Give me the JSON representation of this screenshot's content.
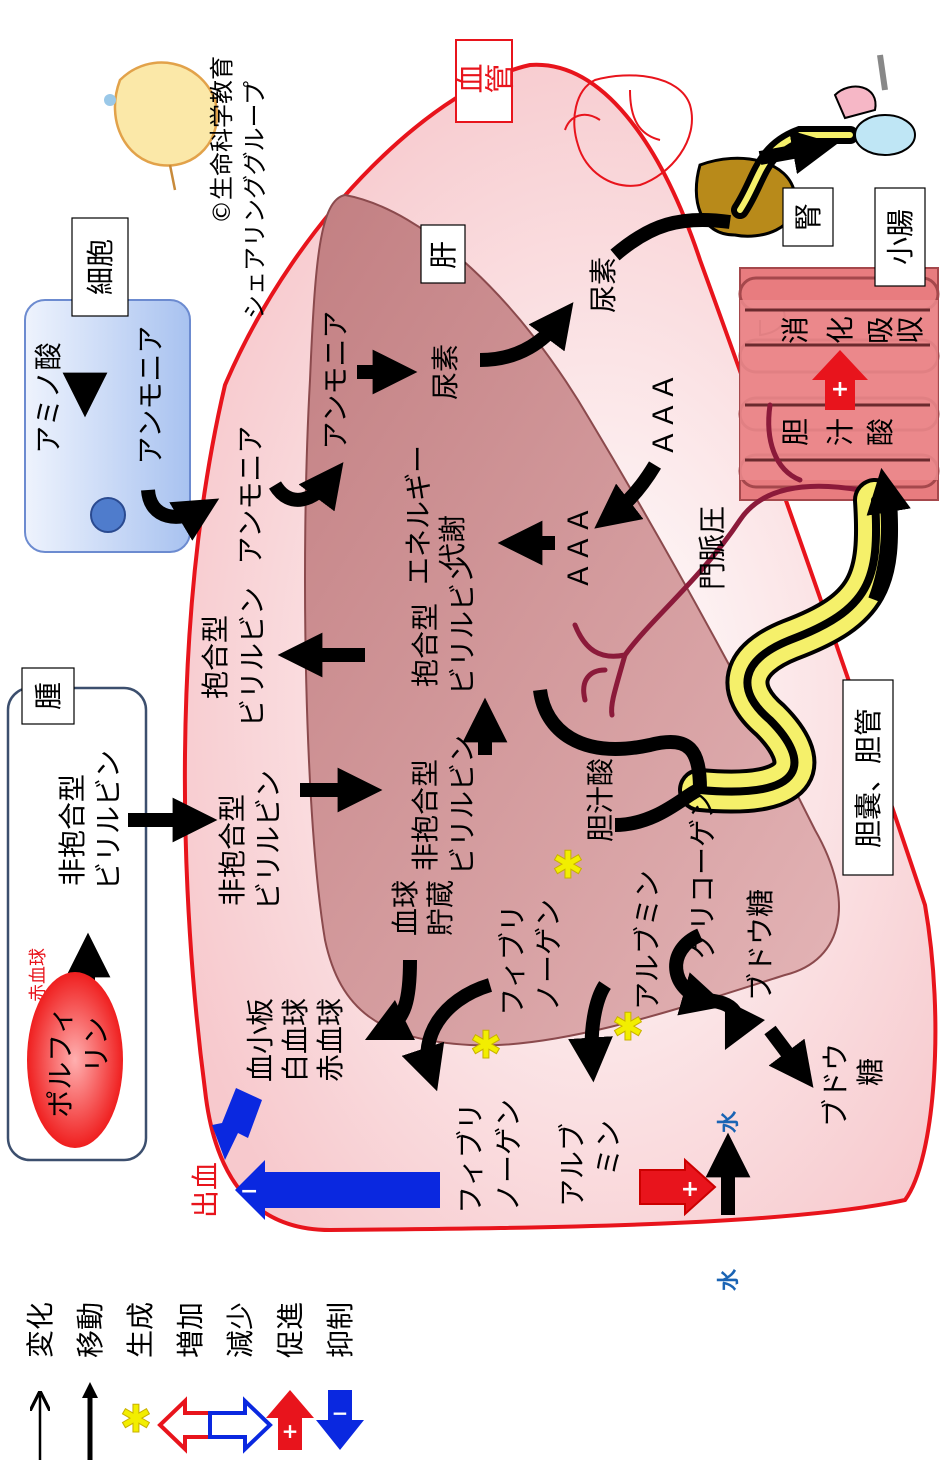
{
  "labels": {
    "vessel": "血管",
    "liver": "肝",
    "cell": "細胞",
    "pancreas": "腫",
    "kidney": "腎",
    "small_intestine": "小腸",
    "bile_duct": "胆嚢、胆管",
    "copyright": "©生命科学教育",
    "copyright2": "シェアリンググループ",
    "cell_amino_acid": "アミノ酸",
    "cell_ammonia": "アンモニア",
    "blood_ammonia": "アンモニア",
    "liver_ammonia": "アンモニア",
    "liver_urea": "尿素",
    "blood_urea": "尿素",
    "energy1": "エネルギー",
    "energy2": "代謝",
    "aaa_blood": "ＡＡＡ",
    "aaa_liver": "ＡＡＡ",
    "portal_pressure": "門脈圧",
    "conj_bili_liver": [
      "抱合型",
      "ビリルビン"
    ],
    "conj_bili_blood": [
      "抱合型",
      "ビリルビン"
    ],
    "unconj_bili_pancreas": [
      "非抱合型",
      "ビリルビン"
    ],
    "unconj_bili_blood": [
      "非抱合型",
      "ビリルビン"
    ],
    "unconj_bili_liver": [
      "非抱合型",
      "ビリルビン"
    ],
    "porphyrin": [
      "ポルフィ",
      "リン"
    ],
    "rbc_small": "赤血球",
    "bile_acid_liver": "胆汁酸",
    "bile_acid_intestine": [
      "胆",
      "汁",
      "酸"
    ],
    "digest": [
      "消",
      "化",
      "吸",
      "収"
    ],
    "glycogen": "グリコーゲン",
    "glucose_liver": "ブドウ糖",
    "glucose_blood": [
      "ブドウ",
      "糖"
    ],
    "albumin_liver": "アルブミン",
    "albumin_blood": [
      "アルブ",
      "ミン"
    ],
    "fibrinogen_liver": [
      "フィブリ",
      "ノーゲン"
    ],
    "fibrinogen_blood": [
      "フィブリ",
      "ノーゲン"
    ],
    "blood_storage": [
      "血球",
      "貯蔵"
    ],
    "blood_cells": [
      "血小板",
      "白血球",
      "赤血球"
    ],
    "water1": "水",
    "water2": "水",
    "bleeding": "出血"
  },
  "legend": [
    {
      "symbol": "thin-arrow",
      "label": "変化"
    },
    {
      "symbol": "bold-arrow",
      "label": "移動"
    },
    {
      "symbol": "asterisk",
      "label": "生成"
    },
    {
      "symbol": "red-outline-arrow",
      "label": "増加"
    },
    {
      "symbol": "blue-outline-arrow",
      "label": "減少"
    },
    {
      "symbol": "red-plus-arrow",
      "label": "促進"
    },
    {
      "symbol": "blue-minus-arrow",
      "label": "抑制"
    }
  ],
  "colors": {
    "vessel_border": "#e8141c",
    "vessel_fill": "#fbe4e6",
    "liver_fill": "#c98a8c",
    "intestine": "#e6787a",
    "cell_fill": "#b9cdf2",
    "promote": "#e8141c",
    "inhibit": "#0a28e0",
    "generate": "#f2ee00",
    "bile": "#f5f06a"
  }
}
